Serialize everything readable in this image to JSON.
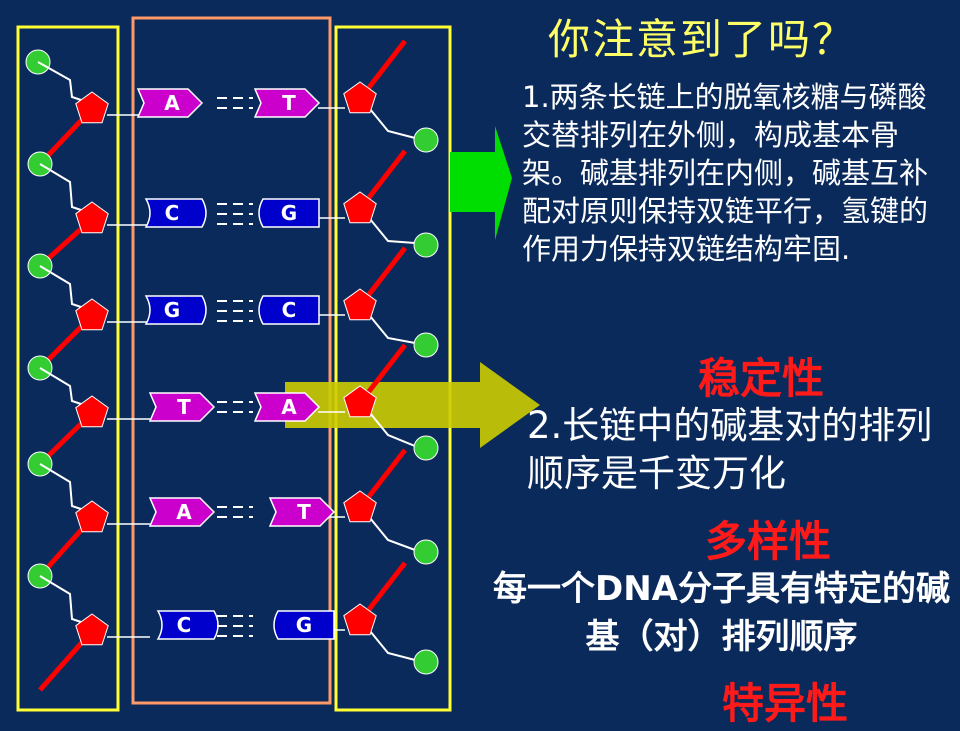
{
  "title": "你注意到了吗？",
  "point1": "1.两条长链上的脱氧核糖与磷酸交替排列在外侧，构成基本骨架。碱基排列在内侧，碱基互补配对原则保持双链平行，氢键的作用力保持双链结构牢固.",
  "keyword1": "稳定性",
  "point2": "2.长链中的碱基对的排列顺序是千变万化",
  "keyword2": "多样性",
  "point3": "每一个DNA分子具有特定的碱基（对）排列顺序",
  "keyword3": "特异性",
  "base_pairs": [
    {
      "left": "A",
      "right": "T"
    },
    {
      "left": "C",
      "right": "G"
    },
    {
      "left": "G",
      "right": "C"
    },
    {
      "left": "T",
      "right": "A"
    },
    {
      "left": "A",
      "right": "T"
    },
    {
      "left": "C",
      "right": "G"
    }
  ],
  "colors": {
    "background": "#0b2a5c",
    "adenine_thymine": "#cc00cc",
    "cytosine_guanine": "#0000cc",
    "phosphate": "#33cc33",
    "deoxyribose": "#ff0000",
    "frame_outer": "#ffff33",
    "frame_middle": "#ff9966"
  }
}
